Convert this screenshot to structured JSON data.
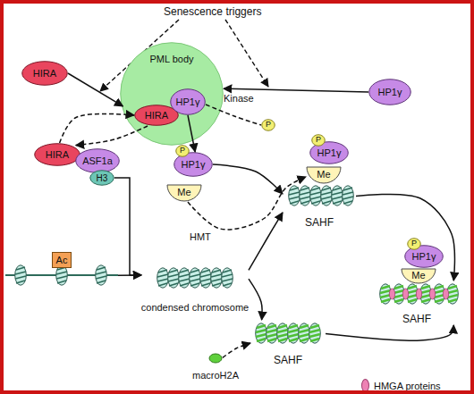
{
  "diagram": {
    "nodes": [
      {
        "text": [
          "HIRA"
        ]
      },
      {
        "text": [
          "PML body"
        ]
      },
      {
        "text": [
          "HIRA"
        ],
        "in": 1
      },
      {
        "text": [
          "HP1γ"
        ],
        "in": 1
      },
      {
        "text": [
          "HP1γ"
        ]
      },
      {
        "text": [
          "P"
        ]
      },
      {
        "text": [
          "HIRA"
        ]
      },
      {
        "text": [
          "ASF1a"
        ]
      },
      {
        "text": [
          "H3"
        ]
      },
      {
        "text": [
          "P"
        ]
      },
      {
        "text": [
          "HP1γ"
        ]
      },
      {
        "text": [
          "Me"
        ]
      },
      {
        "text": [
          "P"
        ]
      },
      {
        "text": [
          "HP1γ"
        ]
      },
      {
        "text": [
          "Me"
        ]
      },
      {
        "text": [
          "SAHF"
        ]
      },
      {
        "text": [
          "Ac"
        ]
      },
      {
        "text": [
          "condensed chromosome"
        ]
      },
      {
        "text": [
          "P"
        ]
      },
      {
        "text": [
          "HP1γ"
        ]
      },
      {
        "text": [
          "Me"
        ]
      },
      {
        "text": [
          "SAHF"
        ]
      },
      {
        "text": [
          "SAHF"
        ]
      },
      {
        "text": [
          "macroH2A"
        ]
      }
    ],
    "edges": [
      {
        "from": 0,
        "to": 1,
        "arrow": "to"
      },
      {
        "from": 4,
        "to": 1,
        "arrow": "to"
      },
      {
        "from": 6,
        "to": 2,
        "arrow": "to"
      },
      {
        "from": 2,
        "to": 6,
        "arrow": "to"
      },
      {
        "from": 3,
        "to": 10,
        "arrow": "to"
      },
      {
        "from": 3,
        "to": 5,
        "label": "Kinase",
        "arrow": "none"
      },
      {
        "from": 8,
        "to": 17,
        "arrow": "to"
      },
      {
        "from": 16,
        "to": 17,
        "arrow": "to"
      },
      {
        "from": 10,
        "to": 15,
        "arrow": "to"
      },
      {
        "from": 11,
        "to": 14,
        "label": "HMT",
        "arrow": "to"
      },
      {
        "from": 17,
        "to": 15,
        "arrow": "to"
      },
      {
        "from": 17,
        "to": 22,
        "arrow": "to"
      },
      {
        "from": 23,
        "to": 22,
        "arrow": "to"
      },
      {
        "from": 15,
        "to": 21,
        "arrow": "to"
      },
      {
        "from": 22,
        "to": 21,
        "arrow": "to"
      }
    ],
    "labels": [
      "Senescence triggers"
    ],
    "legend": [
      {
        "text": "HMGA proteins",
        "color": "#ee82b4"
      }
    ]
  }
}
